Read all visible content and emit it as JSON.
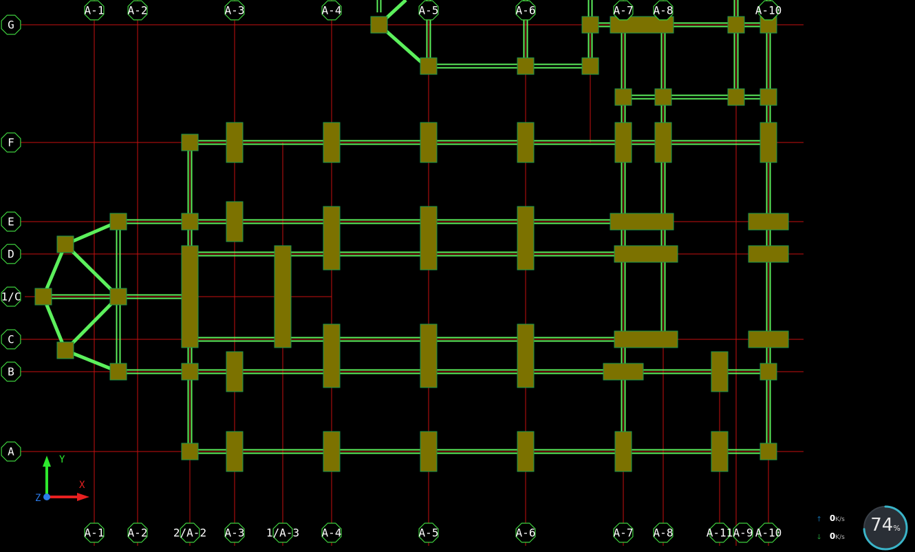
{
  "grid": {
    "line_color": "#c81010",
    "label_color": "#3ecf3e",
    "top_labels": [
      "A-1",
      "A-2",
      "A-3",
      "A-4",
      "A-5",
      "A-6",
      "A-7",
      "A-8",
      "A-10"
    ],
    "bottom_labels": [
      "A-1",
      "A-2",
      "2/A-2",
      "A-3",
      "1/A-3",
      "A-4",
      "A-5",
      "A-6",
      "A-7",
      "A-8",
      "A-11",
      "A-9",
      "A-10"
    ],
    "left_labels": [
      "G",
      "F",
      "E",
      "D",
      "1/C",
      "C",
      "B",
      "A"
    ]
  },
  "structure": {
    "beam_color": "#5cf05c",
    "column_fill": "#7c7200",
    "column_stroke": "#1a9a50"
  },
  "ucs": {
    "x_label": "X",
    "y_label": "Y",
    "z_label": "Z"
  },
  "network_widget": {
    "upload_arrow": "🡑",
    "download_arrow": "🡓",
    "upload_value": "0",
    "download_value": "0",
    "unit": "K/s",
    "gauge_value": "74",
    "gauge_percent": 74,
    "gauge_unit": "%",
    "gauge_color": "#3ab4c8"
  }
}
